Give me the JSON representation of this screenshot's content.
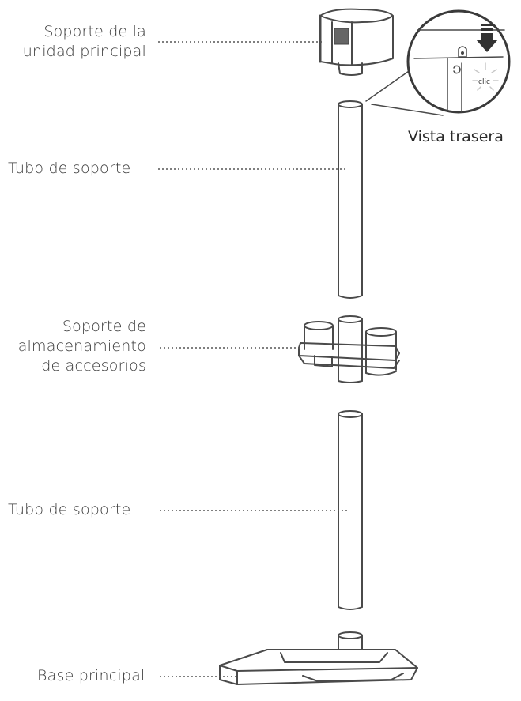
{
  "labels": {
    "main_unit_holder": [
      "Soporte de la",
      "unidad principal"
    ],
    "support_tube_upper": "Tubo de soporte",
    "accessory_holder": [
      "Soporte de",
      "almacenamiento",
      "de accesorios"
    ],
    "support_tube_lower": "Tubo de soporte",
    "main_base": "Base principal"
  },
  "inset": {
    "title": "Vista trasera",
    "click_text": "clic"
  }
}
